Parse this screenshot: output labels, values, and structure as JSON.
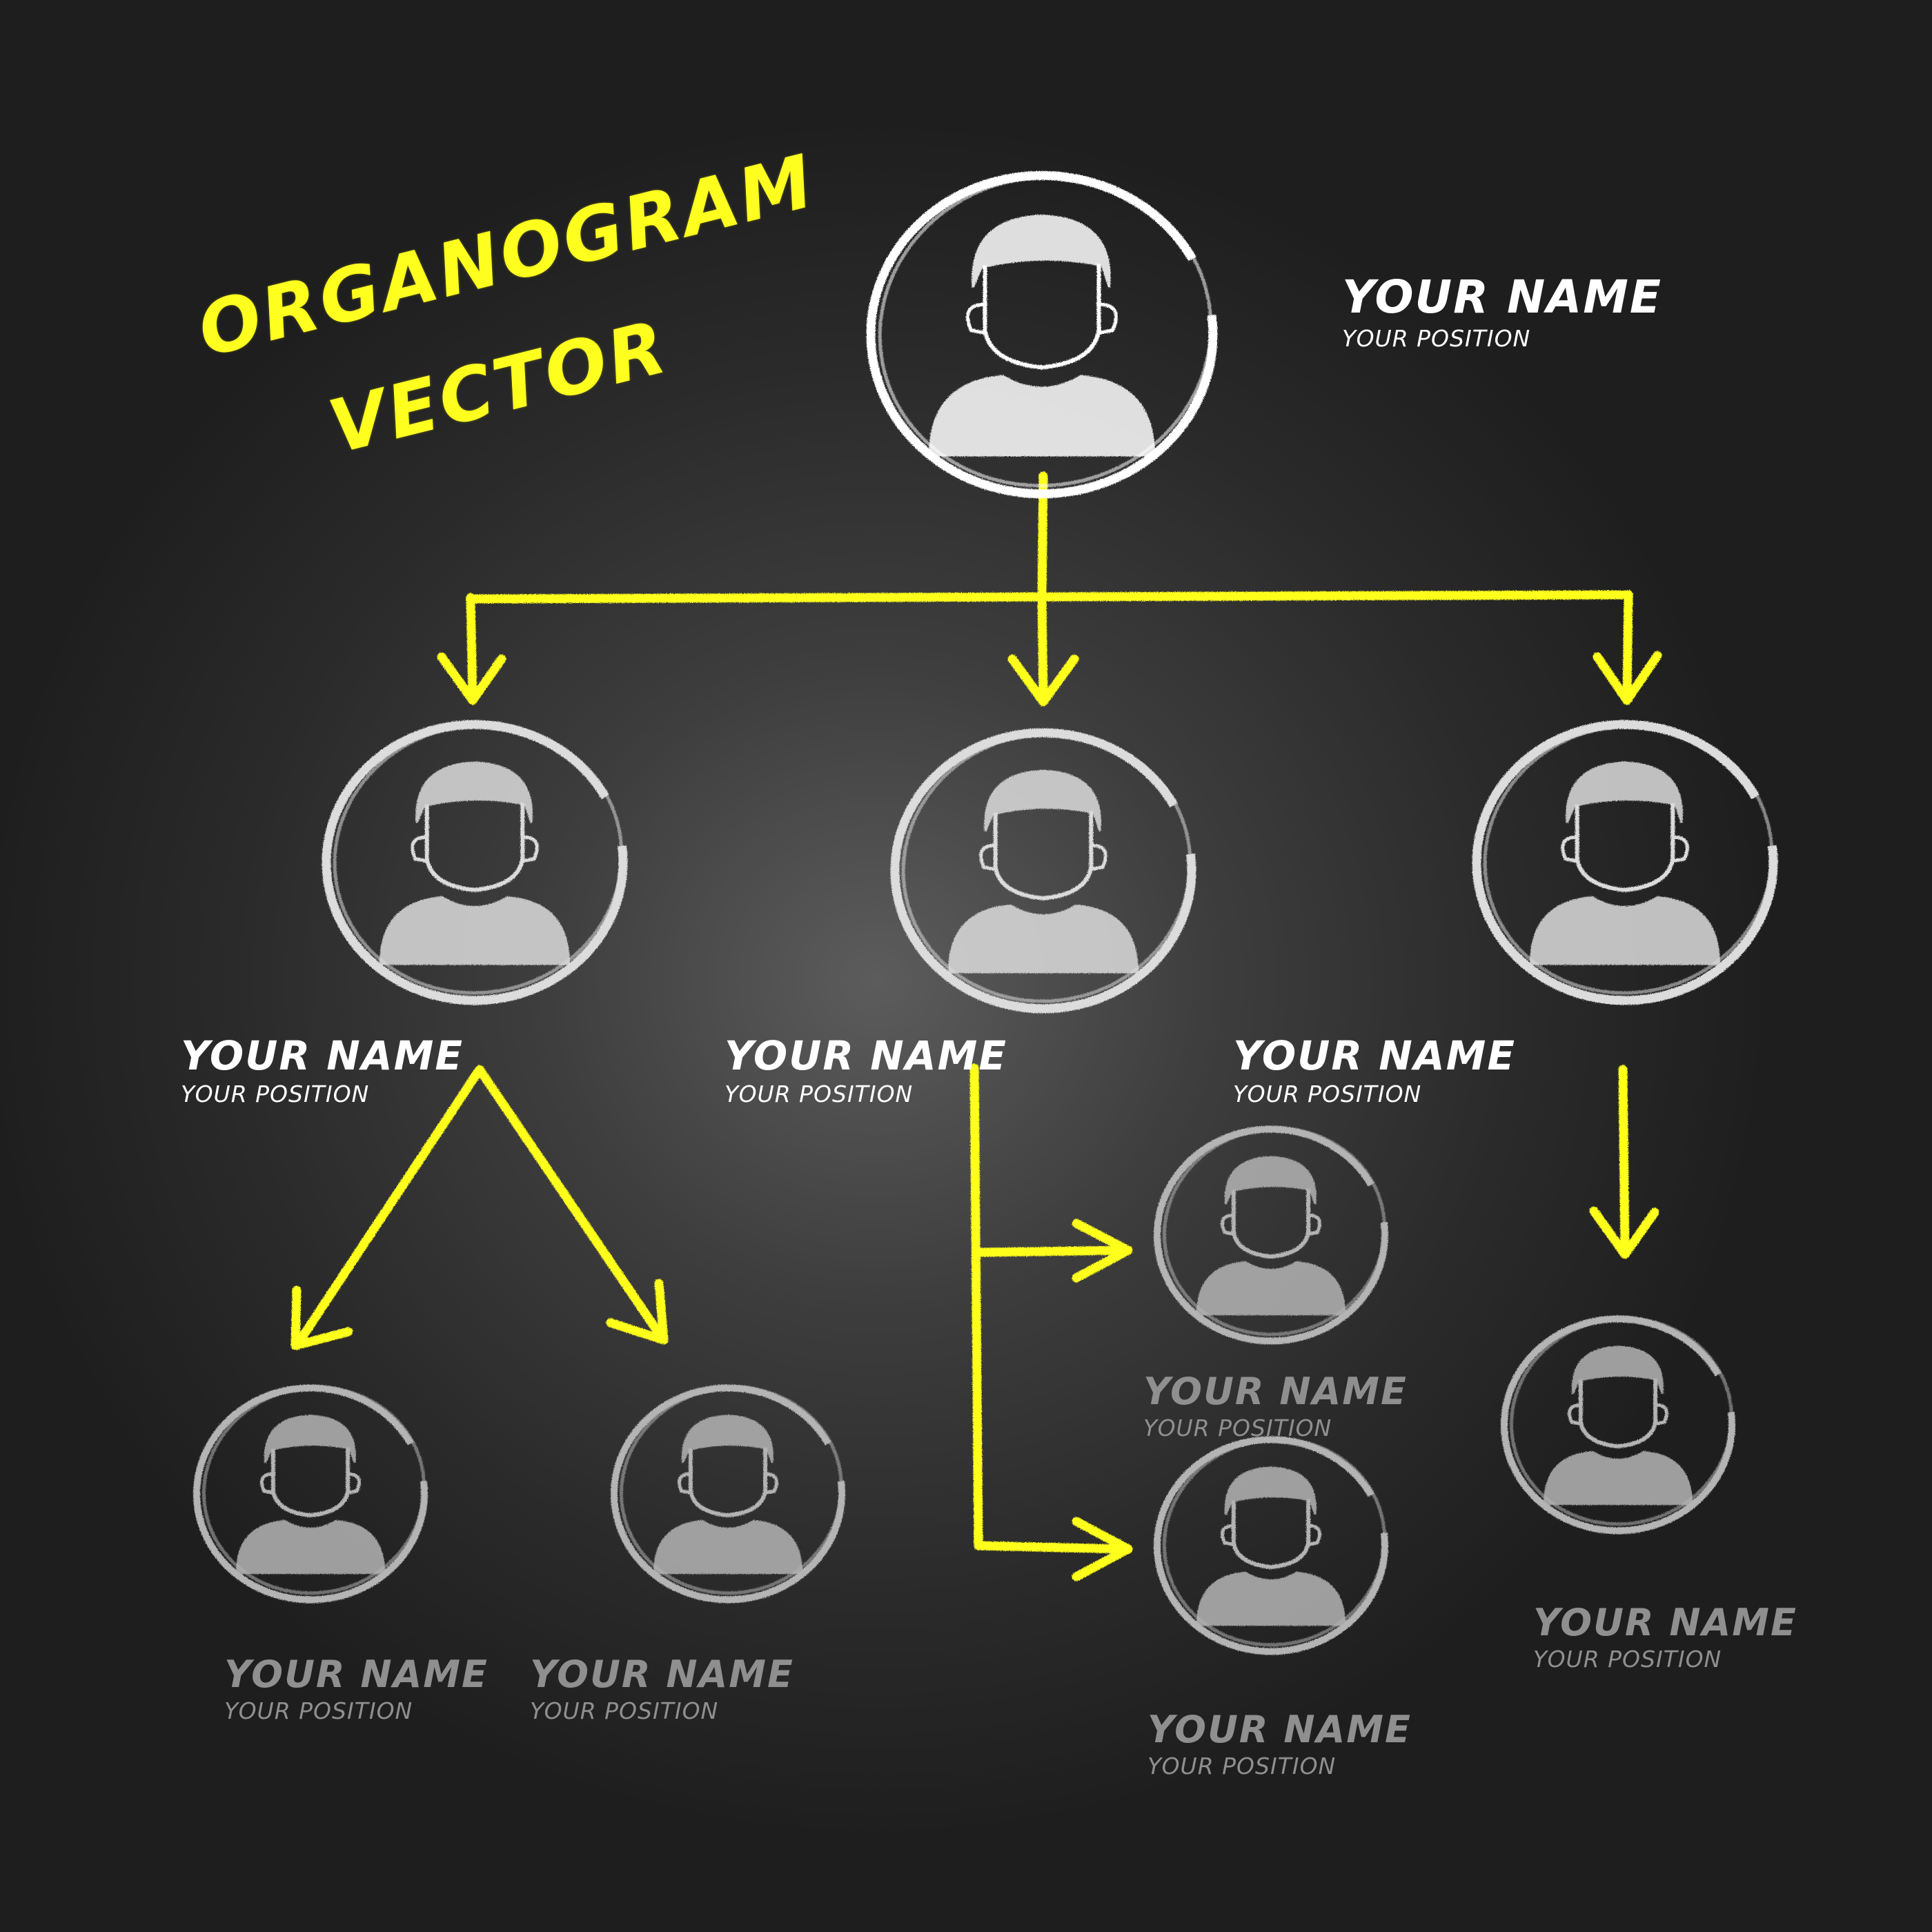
{
  "title": {
    "line1": "ORGANOGRAM",
    "line2": "VECTOR"
  },
  "colors": {
    "background": "#2a2a2a",
    "chalk_yellow": "#ffff1f",
    "chalk_white": "#ffffff",
    "chalk_grey": "#a9a9a9"
  },
  "nodes": [
    {
      "id": "ceo",
      "name": "YOUR NAME",
      "position": "YOUR POSITION",
      "icon": "person-icon"
    },
    {
      "id": "manager-left",
      "name": "YOUR NAME",
      "position": "YOUR POSITION",
      "icon": "person-icon"
    },
    {
      "id": "manager-center",
      "name": "YOUR NAME",
      "position": "YOUR POSITION",
      "icon": "person-icon"
    },
    {
      "id": "manager-right",
      "name": "YOUR NAME",
      "position": "YOUR POSITION",
      "icon": "person-icon"
    },
    {
      "id": "staff-left-1",
      "name": "YOUR NAME",
      "position": "YOUR POSITION",
      "icon": "person-icon"
    },
    {
      "id": "staff-left-2",
      "name": "YOUR NAME",
      "position": "YOUR POSITION",
      "icon": "person-icon"
    },
    {
      "id": "staff-center-1",
      "name": "YOUR NAME",
      "position": "YOUR POSITION",
      "icon": "person-icon"
    },
    {
      "id": "staff-center-2",
      "name": "YOUR NAME",
      "position": "YOUR POSITION",
      "icon": "person-icon"
    },
    {
      "id": "staff-right-1",
      "name": "YOUR NAME",
      "position": "YOUR POSITION",
      "icon": "person-icon"
    }
  ],
  "edges": [
    [
      "ceo",
      "manager-left"
    ],
    [
      "ceo",
      "manager-center"
    ],
    [
      "ceo",
      "manager-right"
    ],
    [
      "manager-left",
      "staff-left-1"
    ],
    [
      "manager-left",
      "staff-left-2"
    ],
    [
      "manager-center",
      "staff-center-1"
    ],
    [
      "manager-center",
      "staff-center-2"
    ],
    [
      "manager-right",
      "staff-right-1"
    ]
  ]
}
